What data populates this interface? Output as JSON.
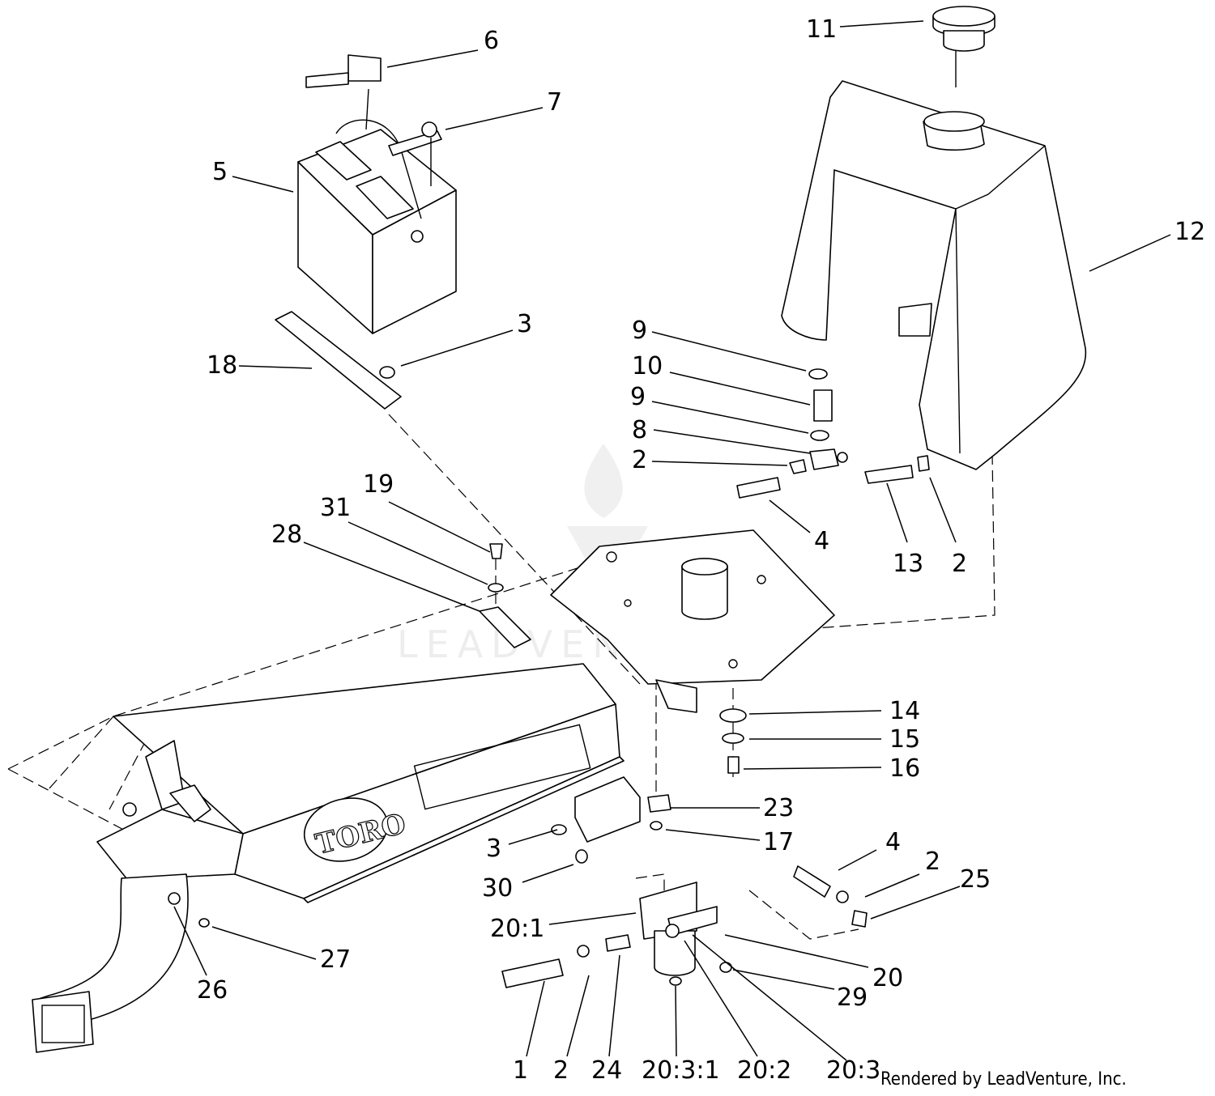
{
  "callouts": [
    {
      "id": "c6",
      "label": "6"
    },
    {
      "id": "c7",
      "label": "7"
    },
    {
      "id": "c5",
      "label": "5"
    },
    {
      "id": "c3a",
      "label": "3"
    },
    {
      "id": "c18",
      "label": "18"
    },
    {
      "id": "c11",
      "label": "11"
    },
    {
      "id": "c12",
      "label": "12"
    },
    {
      "id": "c9a",
      "label": "9"
    },
    {
      "id": "c10",
      "label": "10"
    },
    {
      "id": "c9b",
      "label": "9"
    },
    {
      "id": "c8",
      "label": "8"
    },
    {
      "id": "c2a",
      "label": "2"
    },
    {
      "id": "c4a",
      "label": "4"
    },
    {
      "id": "c13",
      "label": "13"
    },
    {
      "id": "c2b",
      "label": "2"
    },
    {
      "id": "c19",
      "label": "19"
    },
    {
      "id": "c31",
      "label": "31"
    },
    {
      "id": "c28",
      "label": "28"
    },
    {
      "id": "c14",
      "label": "14"
    },
    {
      "id": "c15",
      "label": "15"
    },
    {
      "id": "c16",
      "label": "16"
    },
    {
      "id": "c23",
      "label": "23"
    },
    {
      "id": "c17",
      "label": "17"
    },
    {
      "id": "c3b",
      "label": "3"
    },
    {
      "id": "c30",
      "label": "30"
    },
    {
      "id": "c4b",
      "label": "4"
    },
    {
      "id": "c2c",
      "label": "2"
    },
    {
      "id": "c25",
      "label": "25"
    },
    {
      "id": "c20_1",
      "label": "20:1"
    },
    {
      "id": "c20",
      "label": "20"
    },
    {
      "id": "c29",
      "label": "29"
    },
    {
      "id": "c27",
      "label": "27"
    },
    {
      "id": "c26",
      "label": "26"
    },
    {
      "id": "c1",
      "label": "1"
    },
    {
      "id": "c2d",
      "label": "2"
    },
    {
      "id": "c24",
      "label": "24"
    },
    {
      "id": "c20_3_1",
      "label": "20:3:1"
    },
    {
      "id": "c20_2",
      "label": "20:2"
    },
    {
      "id": "c20_3",
      "label": "20:3"
    }
  ],
  "logo_text": "TORO",
  "watermark": "LEADVENTURE",
  "credit": "Rendered by LeadVenture, Inc."
}
